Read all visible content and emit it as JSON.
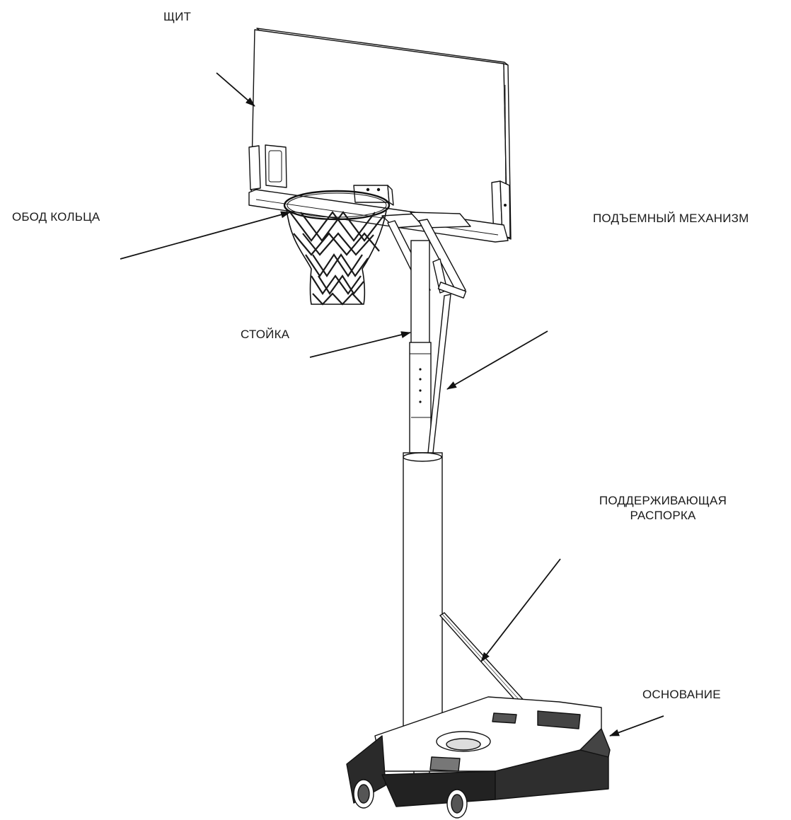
{
  "labels": {
    "backboard": "ЩИТ",
    "rim": "ОБОД КОЛЬЦА",
    "lift": "ПОДЪЕМНЫЙ МЕХАНИЗМ",
    "pole": "СТОЙКА",
    "support_line1": "ПОДДЕРЖИВАЮЩАЯ",
    "support_line2": "РАСПОРКА",
    "base": "ОСНОВАНИЕ"
  },
  "colors": {
    "line": "#111111",
    "fill": "#ffffff",
    "dark": "#1b1b1b"
  }
}
